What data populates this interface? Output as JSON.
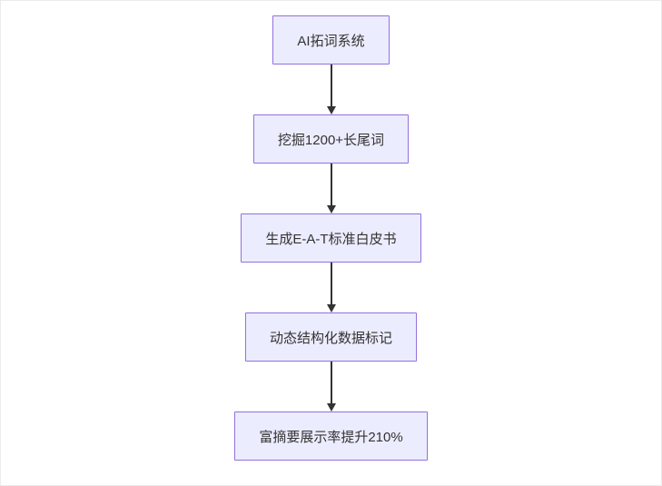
{
  "diagram": {
    "type": "flowchart",
    "direction": "top-down",
    "nodes": [
      {
        "id": "A",
        "label": "AI拓词系统"
      },
      {
        "id": "B",
        "label": "挖掘1200+长尾词"
      },
      {
        "id": "C",
        "label": "生成E-A-T标准白皮书"
      },
      {
        "id": "D",
        "label": "动态结构化数据标记"
      },
      {
        "id": "E",
        "label": "富摘要展示率提升210%"
      }
    ],
    "edges": [
      {
        "from": "A",
        "to": "B"
      },
      {
        "from": "B",
        "to": "C"
      },
      {
        "from": "C",
        "to": "D"
      },
      {
        "from": "D",
        "to": "E"
      }
    ],
    "colors": {
      "node_fill": "#ececff",
      "node_border": "#9370db",
      "node_text": "#333333",
      "arrow": "#333333",
      "background": "#ffffff"
    }
  }
}
